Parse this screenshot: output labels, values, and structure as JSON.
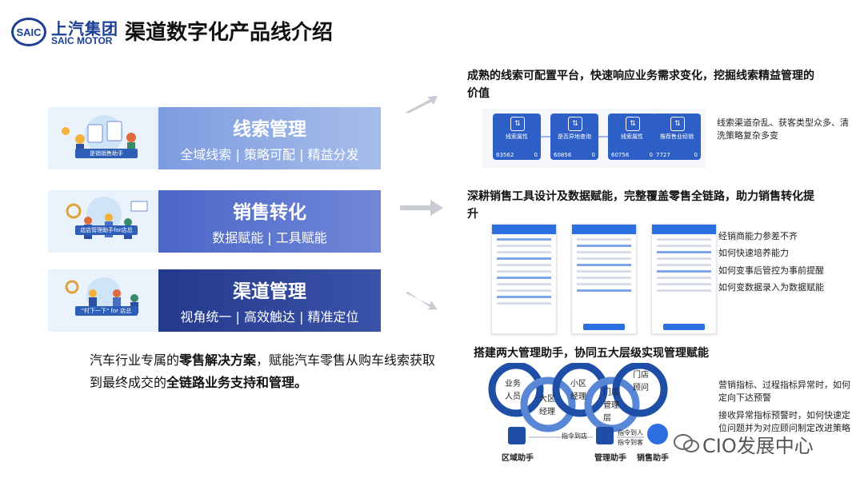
{
  "logo": {
    "cn": "上汽集团",
    "en": "SAIC MOTOR",
    "mark": "SAIC"
  },
  "title": "渠道数字化产品线介绍",
  "cards": [
    {
      "heading": "线索管理",
      "sub": "全域线索 | 策略可配 | 精益分发",
      "ribbon": "是销销售助手"
    },
    {
      "heading": "销售转化",
      "sub": "数据赋能 | 工具赋能",
      "ribbon": "店店管理助手for店总"
    },
    {
      "heading": "渠道管理",
      "sub": "视角统一 | 高效触达 | 精准定位",
      "ribbon": "\"村下一下\" for 店总"
    }
  ],
  "summary": {
    "p1": "汽车行业专属的",
    "b1": "零售解决方案",
    "p2": "，赋能汽车零售从购车线索获取到最终成交的",
    "b2": "全链路业务支持和管理。"
  },
  "section1": {
    "title": "成熟的线索可配置平台，快速响应业务需求变化，挖掘线索精益管理的价值",
    "note": "线索渠道杂乱、获客类型众多、清洗策略复杂多变",
    "nodes": [
      {
        "label": "线索属性",
        "count": "83562",
        "zero": "0"
      },
      {
        "label": "是否异地查询",
        "count": "60856",
        "zero": "0"
      },
      {
        "label": "线索属性",
        "count": "60756",
        "zero": "0"
      },
      {
        "label": "推荐售业经销",
        "count": "7727",
        "zero": "0"
      }
    ]
  },
  "section2": {
    "title": "深耕销售工具设计及数据赋能，完整覆盖零售全链路，助力销售转化提升",
    "notes": [
      "经销商能力参差不齐",
      "如何快速培养能力",
      "如何变事后管控为事前提醒",
      "如何变数据录入为数据赋能"
    ]
  },
  "section3": {
    "title": "搭建两大管理助手，协同五大层级实现管理赋能",
    "cycle": [
      "业务人员",
      "大区经理",
      "小区经理",
      "门店管理层",
      "门店顾问"
    ],
    "roles": [
      "区域助手",
      "管理助手",
      "销售助手"
    ],
    "arrow_labels": [
      "指令到店",
      "指令到人",
      "指令到客"
    ],
    "notes": [
      "营销指标、过程指标异常时，如何定向下达预警",
      "接收异常指标预警时，如何快速定位问题并为对应顾问制定改进策略"
    ]
  },
  "watermark": "CIO发展中心",
  "colors": {
    "brand": "#1c3f94",
    "accent": "#2d5fc7"
  }
}
